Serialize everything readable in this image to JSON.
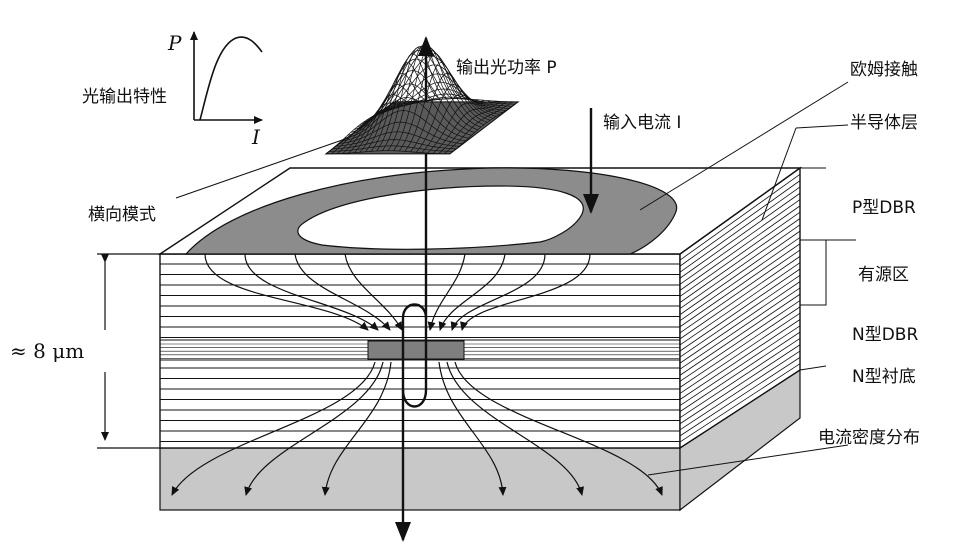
{
  "labels": {
    "output_power": "输出光功率 P",
    "input_current": "输入电流 I",
    "ohmic_contact": "欧姆接触",
    "semiconductor_layer": "半导体层",
    "p_dbr": "P型DBR",
    "active_region": "有源区",
    "n_dbr": "N型DBR",
    "n_substrate": "N型衬底",
    "current_density": "电流密度分布",
    "transverse_mode": "横向模式",
    "light_output_characteristic": "光输出特性",
    "thickness": "≈ 8 μm",
    "axis_p": "P",
    "axis_i": "I"
  },
  "colors": {
    "contact": "#8c8c8c",
    "active": "#7f7f7f",
    "substrate": "#c8c8c8",
    "line": "#111111"
  }
}
